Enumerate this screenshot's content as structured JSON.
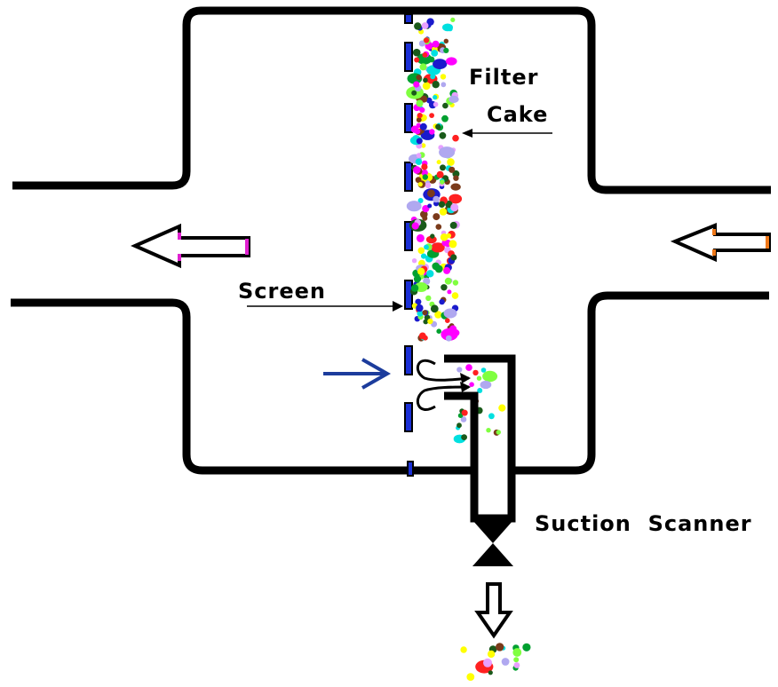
{
  "labels": {
    "filter_line1": "Filter",
    "filter_line2": "Cake",
    "screen": "Screen",
    "suction": "Suction  Scanner"
  },
  "colors": {
    "housing": "#000000",
    "screen_bar": "#1a2fd6",
    "outlet_arrow_accent": "#e020d0",
    "inlet_arrow_accent": "#f07818",
    "flow_arrow": "#1c3c9c",
    "background": "#ffffff",
    "particle_palette": [
      "#ffff00",
      "#ff00ff",
      "#1a1acc",
      "#00a030",
      "#7a3a1a",
      "#00e0e0",
      "#80ff40",
      "#ff2020",
      "#b0a8f0",
      "#e8a0ff",
      "#1a5a1a"
    ]
  },
  "icons": [
    "left-arrow-outlet-icon",
    "left-arrow-inlet-icon",
    "down-arrow-discharge-icon",
    "valve-icon",
    "flow-arrow-icon"
  ]
}
